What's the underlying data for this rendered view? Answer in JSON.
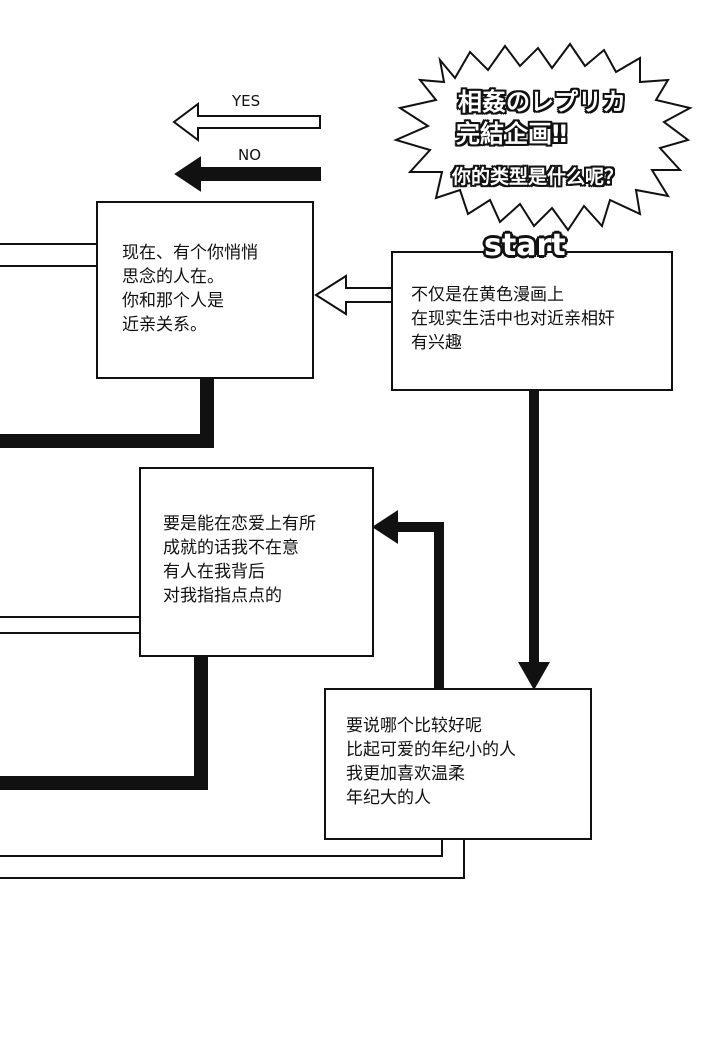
{
  "title": {
    "line1": "相姦のレプリカ",
    "line2": "完結企画‼",
    "line3": "你的类型是什么呢？"
  },
  "legend": {
    "yes_label": "YES",
    "no_label": "NO"
  },
  "start_label": "start",
  "nodes": {
    "start_box": "不仅是在黄色漫画上\n在现实生活中也对近亲相奸\n有兴趣",
    "thinking_box": "现在、有个你悄悄\n思念的人在。\n你和那个人是\n近亲关系。",
    "love_box": "要是能在恋爱上有所\n成就的话我不在意\n有人在我背后\n对我指指点点的",
    "age_box": "要说哪个比较好呢\n比起可爱的年纪小的人\n我更加喜欢温柔\n年纪大的人"
  }
}
